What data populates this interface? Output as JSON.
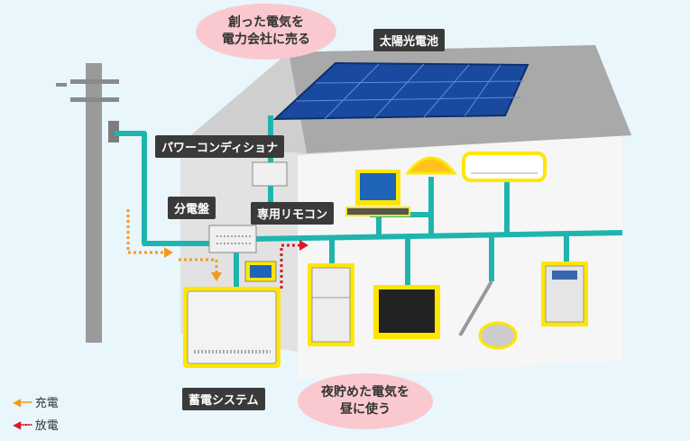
{
  "labels": {
    "solar": "太陽光電池",
    "power_conditioner": "パワーコンディショナ",
    "breaker": "分電盤",
    "remote": "専用リモコン",
    "storage": "蓄電システム"
  },
  "bubbles": {
    "sell": [
      "創った電気を",
      "電力会社に売る"
    ],
    "night": [
      "夜貯めた電気を",
      "昼に使う"
    ]
  },
  "legend": [
    {
      "text": "充電",
      "color": "#f39a1e"
    },
    {
      "text": "放電",
      "color": "#d8192a"
    }
  ],
  "colors": {
    "wire": "#1fb5ae",
    "appliance_glow": "#fff200",
    "roof": "#a9a9a9",
    "wall": "#f2f2f2",
    "bubble": "#f9c9cf"
  }
}
